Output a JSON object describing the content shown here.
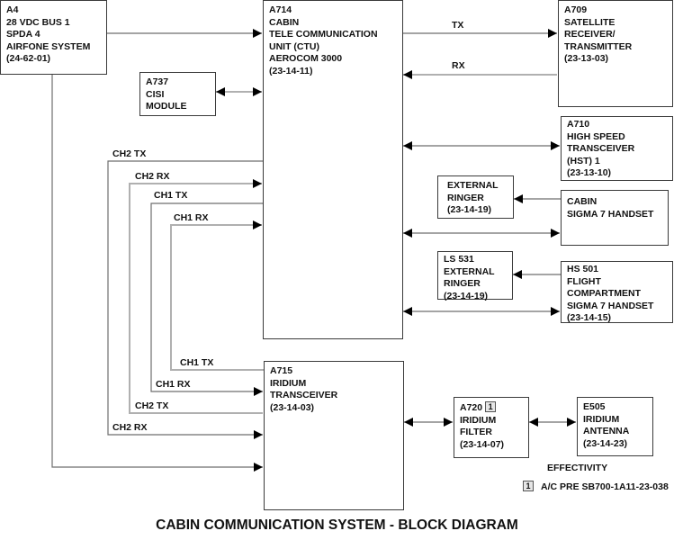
{
  "title": "CABIN COMMUNICATION SYSTEM - BLOCK DIAGRAM",
  "blocks": {
    "a4": [
      "A4",
      "28 VDC BUS 1",
      "SPDA 4",
      "AIRFONE SYSTEM",
      "(24-62-01)"
    ],
    "a737": [
      "A737",
      "CISI",
      "MODULE"
    ],
    "ctu": [
      "A714",
      "CABIN",
      "TELE COMMUNICATION",
      "UNIT (CTU)",
      "AEROCOM 3000",
      "(23-14-11)"
    ],
    "a709": [
      "A709",
      "SATELLITE",
      "RECEIVER/",
      "TRANSMITTER",
      "(23-13-03)"
    ],
    "a710": [
      "A710",
      "HIGH SPEED",
      "TRANSCEIVER",
      "(HST) 1",
      "(23-13-10)"
    ],
    "ext_ringer": [
      "EXTERNAL",
      "RINGER",
      "(23-14-19)"
    ],
    "cabin_handset": [
      "CABIN",
      "SIGMA 7 HANDSET"
    ],
    "ls531": [
      "LS 531",
      "EXTERNAL",
      "RINGER",
      "(23-14-19)"
    ],
    "hs501": [
      "HS 501",
      "FLIGHT",
      "COMPARTMENT",
      "SIGMA 7 HANDSET",
      "(23-14-15)"
    ],
    "a715": [
      "A715",
      "IRIDIUM",
      "TRANSCEIVER",
      "(23-14-03)"
    ],
    "a720": [
      "A720",
      "IRIDIUM",
      "FILTER",
      "(23-14-07)"
    ],
    "e505": [
      "E505",
      "IRIDIUM",
      "ANTENNA",
      "(23-14-23)"
    ]
  },
  "a720_note_ref": "1",
  "signals": {
    "tx": "TX",
    "rx": "RX",
    "ctu_side": [
      "CH2 TX",
      "CH2 RX",
      "CH1 TX",
      "CH1 RX"
    ],
    "iridium_side": [
      "CH1 TX",
      "CH1 RX",
      "CH2 TX",
      "CH2 RX"
    ]
  },
  "effectivity": {
    "heading": "EFFECTIVITY",
    "notes": [
      {
        "ref": "1",
        "text": "A/C PRE SB700-1A11-23-038"
      }
    ]
  }
}
